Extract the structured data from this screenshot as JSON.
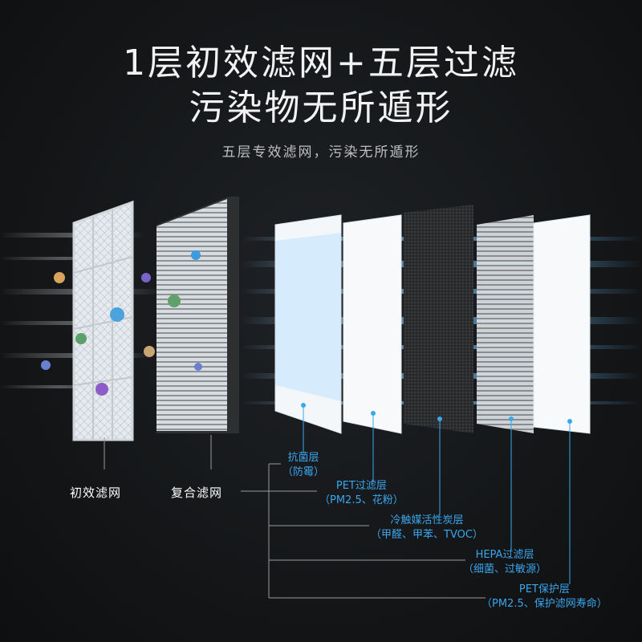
{
  "headline": {
    "line1": "1层初效滤网+五层过滤",
    "line2": "污染物无所遁形"
  },
  "subtitle": "五层专效滤网，污染无所遁形",
  "filters": [
    {
      "name": "初效滤网"
    },
    {
      "name": "复合滤网"
    }
  ],
  "layers": [
    {
      "name": "抗菌层",
      "detail": "（防霉）"
    },
    {
      "name": "PET过滤层",
      "detail": "（PM2.5、花粉）"
    },
    {
      "name": "冷触媒活性炭层",
      "detail": "（甲醛、甲苯、TVOC）"
    },
    {
      "name": "HEPA过滤层",
      "detail": "（细菌、过敏源）"
    },
    {
      "name": "PET保护层",
      "detail": "（PM2.5、保护滤网寿命）"
    }
  ],
  "colors": {
    "accent": "#3aa6ee",
    "background": "#141618",
    "text": "#f2f2f2"
  }
}
